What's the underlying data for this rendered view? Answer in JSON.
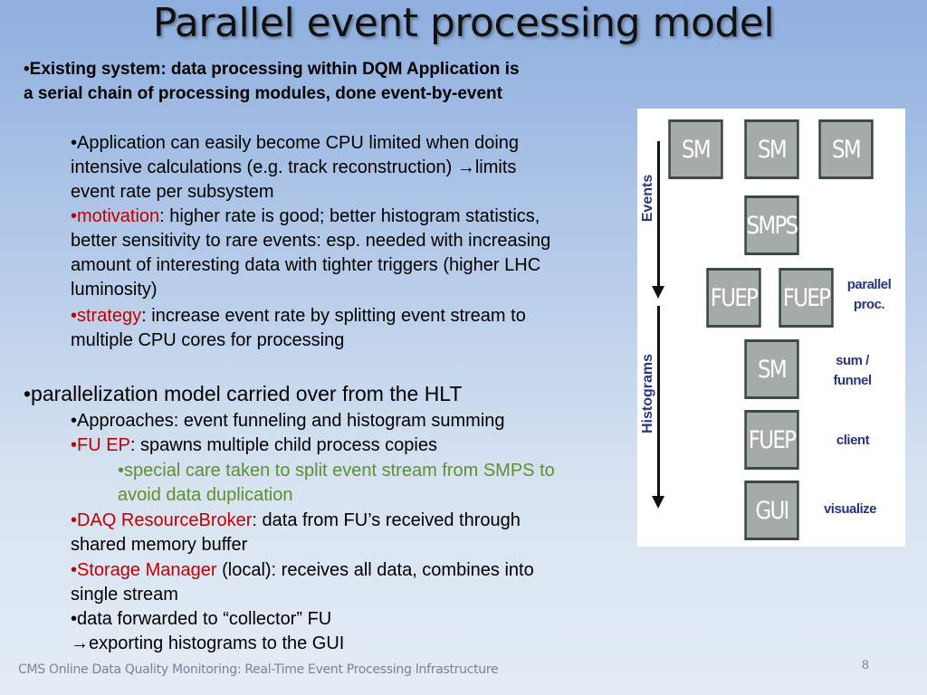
{
  "title": "Parallel event processing model",
  "bullets": {
    "l1": "•Existing system: data processing within DQM  Application is",
    "l2": "a serial chain of processing modules, done event-by-event",
    "l3": "•Application can easily become CPU limited when doing",
    "l4": "intensive calculations (e.g. track reconstruction) →limits",
    "l5": "event rate per subsystem",
    "l6a": "•motivation",
    "l6b": ": higher rate is good; better histogram statistics,",
    "l7": "better sensitivity to rare events: esp. needed with increasing",
    "l8": "amount of interesting data with tighter triggers (higher LHC",
    "l9": "luminosity)",
    "l10a": "•strategy",
    "l10b": ": increase event rate by splitting event stream to",
    "l11": "multiple CPU cores for processing",
    "l12": "•parallelization model carried over from the HLT",
    "l13": "•Approaches: event funneling and histogram summing",
    "l14a": "•FU EP",
    "l14b": ": spawns multiple child process copies",
    "l15": "•special care taken to split event stream from SMPS to",
    "l16": "avoid data duplication",
    "l17a": "•DAQ ResourceBroker",
    "l17b": ": data from FU’s received through",
    "l18": "shared memory buffer",
    "l19a": "•Storage Manager",
    "l19b": " (local): receives all data, combines into",
    "l20": "single stream",
    "l21": "•data forwarded to “collector” FU",
    "l22": "→exporting histograms to the GUI"
  },
  "diagram": {
    "boxes": [
      "SM",
      "SM",
      "SM",
      "SMPS",
      "FUEP",
      "FUEP",
      "SM",
      "FUEP",
      "GUI"
    ],
    "axis_events": "Events",
    "axis_histograms": "Histograms",
    "labels": {
      "parallel": "parallel proc.",
      "sum": "sum / funnel",
      "client": "client",
      "visualize": "visualize"
    }
  },
  "footer": "CMS Online Data Quality Monitoring: Real-Time Event Processing Infrastructure",
  "page_number": "8"
}
